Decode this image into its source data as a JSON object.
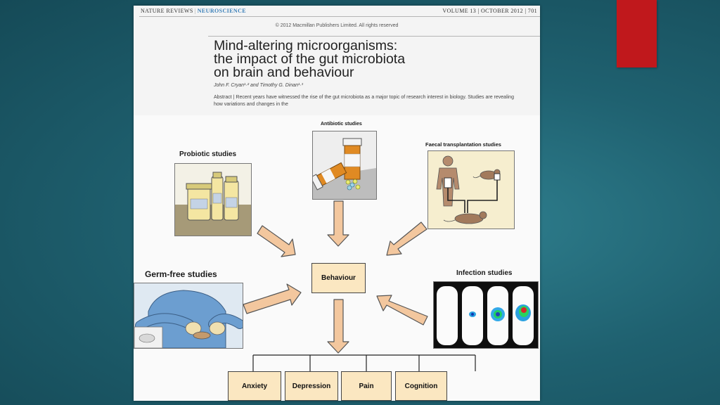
{
  "journal": {
    "name_left": "NATURE REVIEWS",
    "name_right": "NEUROSCIENCE",
    "issue": "VOLUME 13 | OCTOBER 2012 | 701",
    "copyright": "© 2012 Macmillan Publishers Limited. All rights reserved"
  },
  "article": {
    "title_line1": "Mind-altering microorganisms:",
    "title_line2": "the impact of the gut microbiota",
    "title_line3": "on brain and behaviour",
    "authors": "John F. Cryan¹·² and Timothy G. Dinan¹·³",
    "abstract": "Abstract | Recent years have witnessed the rise of the gut microbiota as a major topic of research interest in biology. Studies are revealing how variations and changes in the"
  },
  "figure": {
    "studies": {
      "antibiotic": "Antibiotic studies",
      "probiotic": "Probiotic studies",
      "faecal": "Faecal transplantation studies",
      "germfree": "Germ-free studies",
      "infection": "Infection studies"
    },
    "center": "Behaviour",
    "outcomes": [
      "Anxiety",
      "Depression",
      "Pain",
      "Cognition"
    ]
  },
  "colors": {
    "accent_red": "#c0181c",
    "box_fill": "#fbe7c1",
    "arrow_fill": "#f3c79e",
    "background_teal": "#1f6170"
  }
}
